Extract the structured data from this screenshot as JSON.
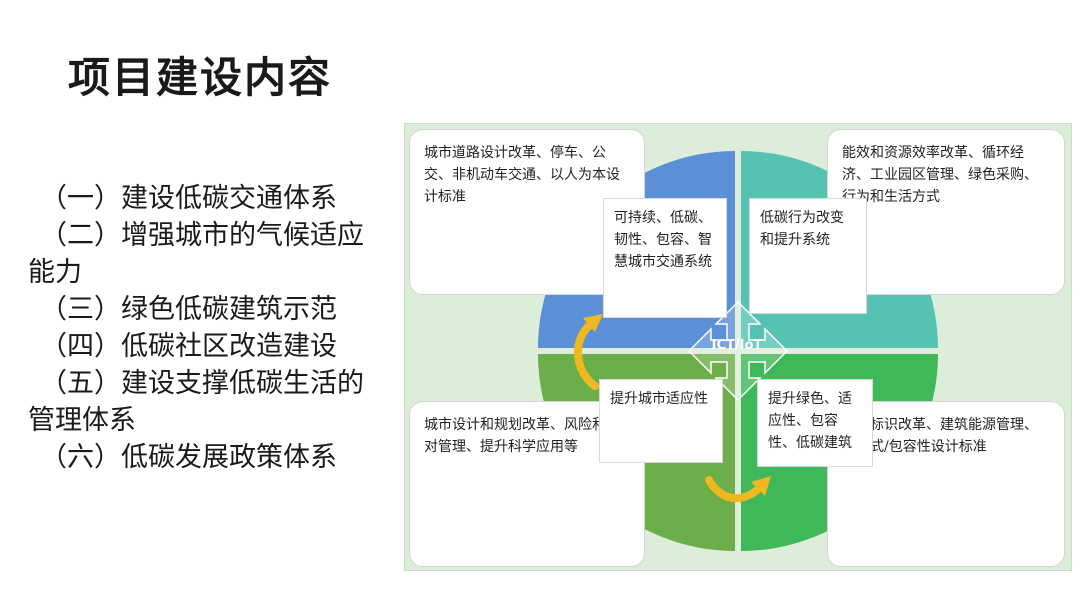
{
  "title": "项目建设内容",
  "outline": [
    "（一）建设低碳交通体系",
    "（二）增强城市的气候适应能力",
    "（三）绿色低碳建筑示范",
    "（四）低碳社区改造建设",
    "（五）建设支撑低碳生活的管理体系",
    "（六）低碳发展政策体系"
  ],
  "diagram": {
    "center_label": "ICT/IoT",
    "colors": {
      "top_left": "#5b8fd6",
      "top_right": "#56c2b2",
      "bottom_left": "#6cae4a",
      "bottom_right": "#3fb85a",
      "arrow": "#f0b820",
      "background": "#dcedda"
    },
    "corners": {
      "top_left": "城市道路设计改革、停车、公交、非机动车交通、以人为本设计标准",
      "top_right": "能效和资源效率改革、循环经济、工业园区管理、绿色采购、行为和生活方式",
      "bottom_left": "城市设计和规划改革、风险和应对管理、提升科学应用等",
      "bottom_right": "建筑标识改革、建筑能源管理、被动式/包容性设计标准"
    },
    "quadrants": {
      "top_left": "可持续、低碳、韧性、包容、智慧城市交通系统",
      "top_right": "低碳行为改变和提升系统",
      "bottom_left": "提升城市适应性",
      "bottom_right": "提升绿色、适应性、包容性、低碳建筑"
    }
  }
}
